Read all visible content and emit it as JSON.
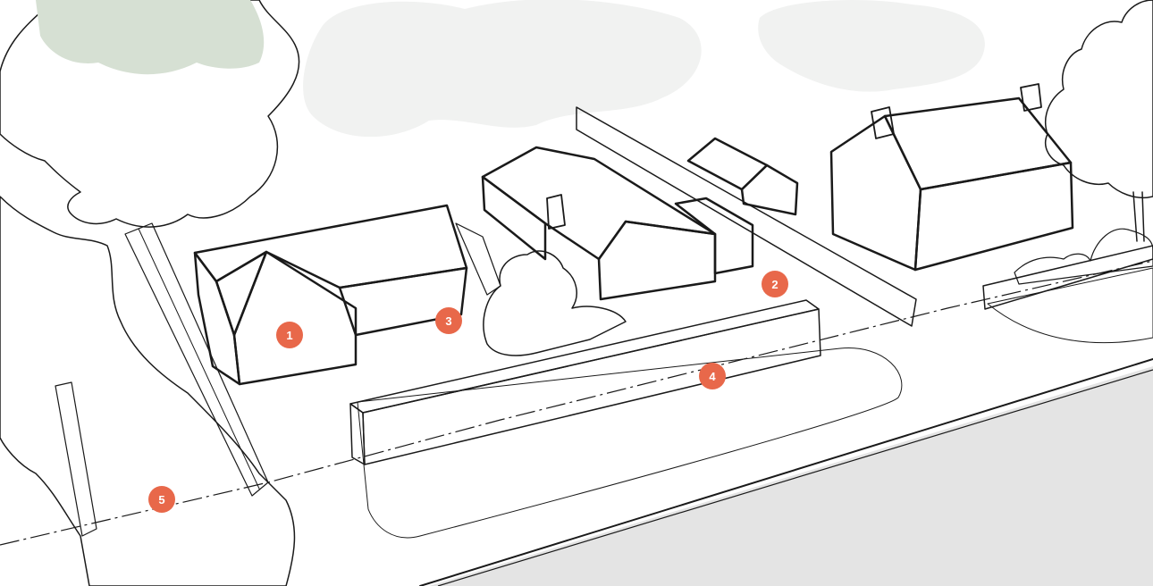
{
  "figure": {
    "markers": [
      {
        "id": "1",
        "label": "1"
      },
      {
        "id": "2",
        "label": "2"
      },
      {
        "id": "3",
        "label": "3"
      },
      {
        "id": "4",
        "label": "4"
      },
      {
        "id": "5",
        "label": "5"
      }
    ]
  },
  "colors": {
    "foliage": "#e4ebe1",
    "foliage_shade": "#d6e0d3",
    "background_canopy": "#f1f2f1",
    "road": "#e4e4e4",
    "marker": "#e8684a",
    "ink": "#1a1a1a",
    "wall_fill": "#ffffff",
    "roof_shade": "#f4f4f4"
  }
}
